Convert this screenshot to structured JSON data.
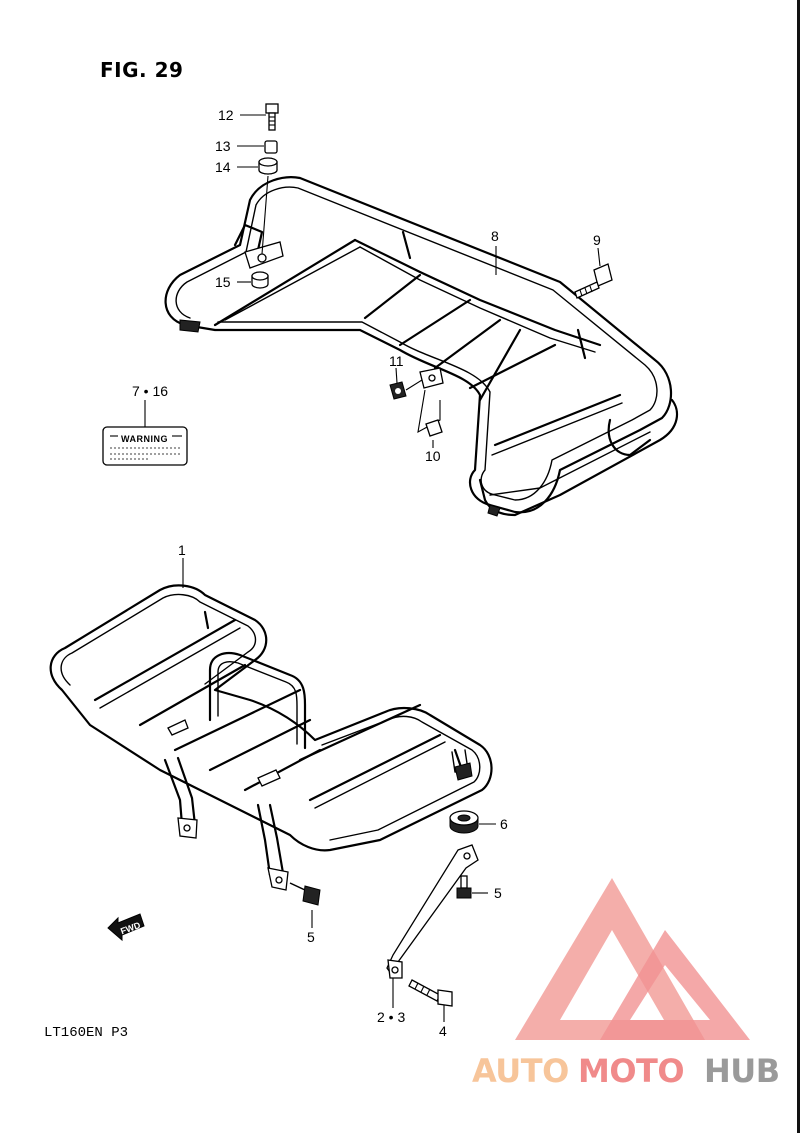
{
  "figure": {
    "title": "FIG. 29",
    "model_code": "LT160EN P3"
  },
  "callouts": {
    "c12": "12",
    "c13": "13",
    "c14": "14",
    "c15": "15",
    "c8": "8",
    "c9": "9",
    "c11": "11",
    "c10": "10",
    "c7_16": "7 • 16",
    "c1": "1",
    "c6": "6",
    "c5a": "5",
    "c5b": "5",
    "c2_3": "2 • 3",
    "c4": "4"
  },
  "warning_label": {
    "title": "WARNING"
  },
  "direction_marker": {
    "label": "FWD"
  },
  "watermark": {
    "part1": "AUTO",
    "part2": "MOTO",
    "part3": "HUB",
    "color_light": "#f7c59a",
    "color_mid": "#f08a8a",
    "color_dark": "#9a9a9a"
  },
  "colors": {
    "line": "#000000",
    "background": "#ffffff",
    "watermark_logo": "#f3a09c"
  }
}
